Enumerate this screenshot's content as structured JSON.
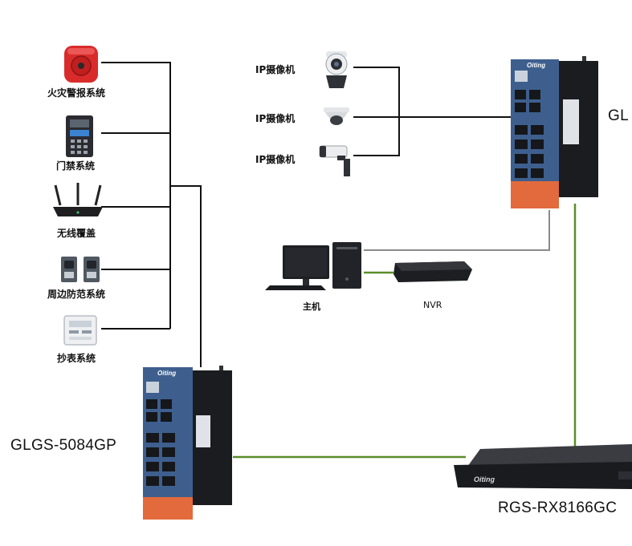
{
  "devices": {
    "fire_alarm": "火灾警报系统",
    "access_control": "门禁系统",
    "wireless": "无线覆盖",
    "perimeter": "周边防范系统",
    "meter_reading": "抄表系统",
    "ip_camera_1": "IP摄像机",
    "ip_camera_2": "IP摄像机",
    "ip_camera_3": "IP摄像机",
    "host": "主机",
    "nvr": "NVR"
  },
  "switches": {
    "left": "GLGS-5084GP",
    "top_right": "GL",
    "core": "RGS-RX8166GC",
    "brand": "Oiting"
  },
  "colors": {
    "copper_line": "#111111",
    "fiber_line": "#5b8e2a",
    "host_link": "#8a8a8a",
    "switch_body_blue": "#3e5f8e",
    "switch_stripe_orange": "#e26a3c"
  }
}
